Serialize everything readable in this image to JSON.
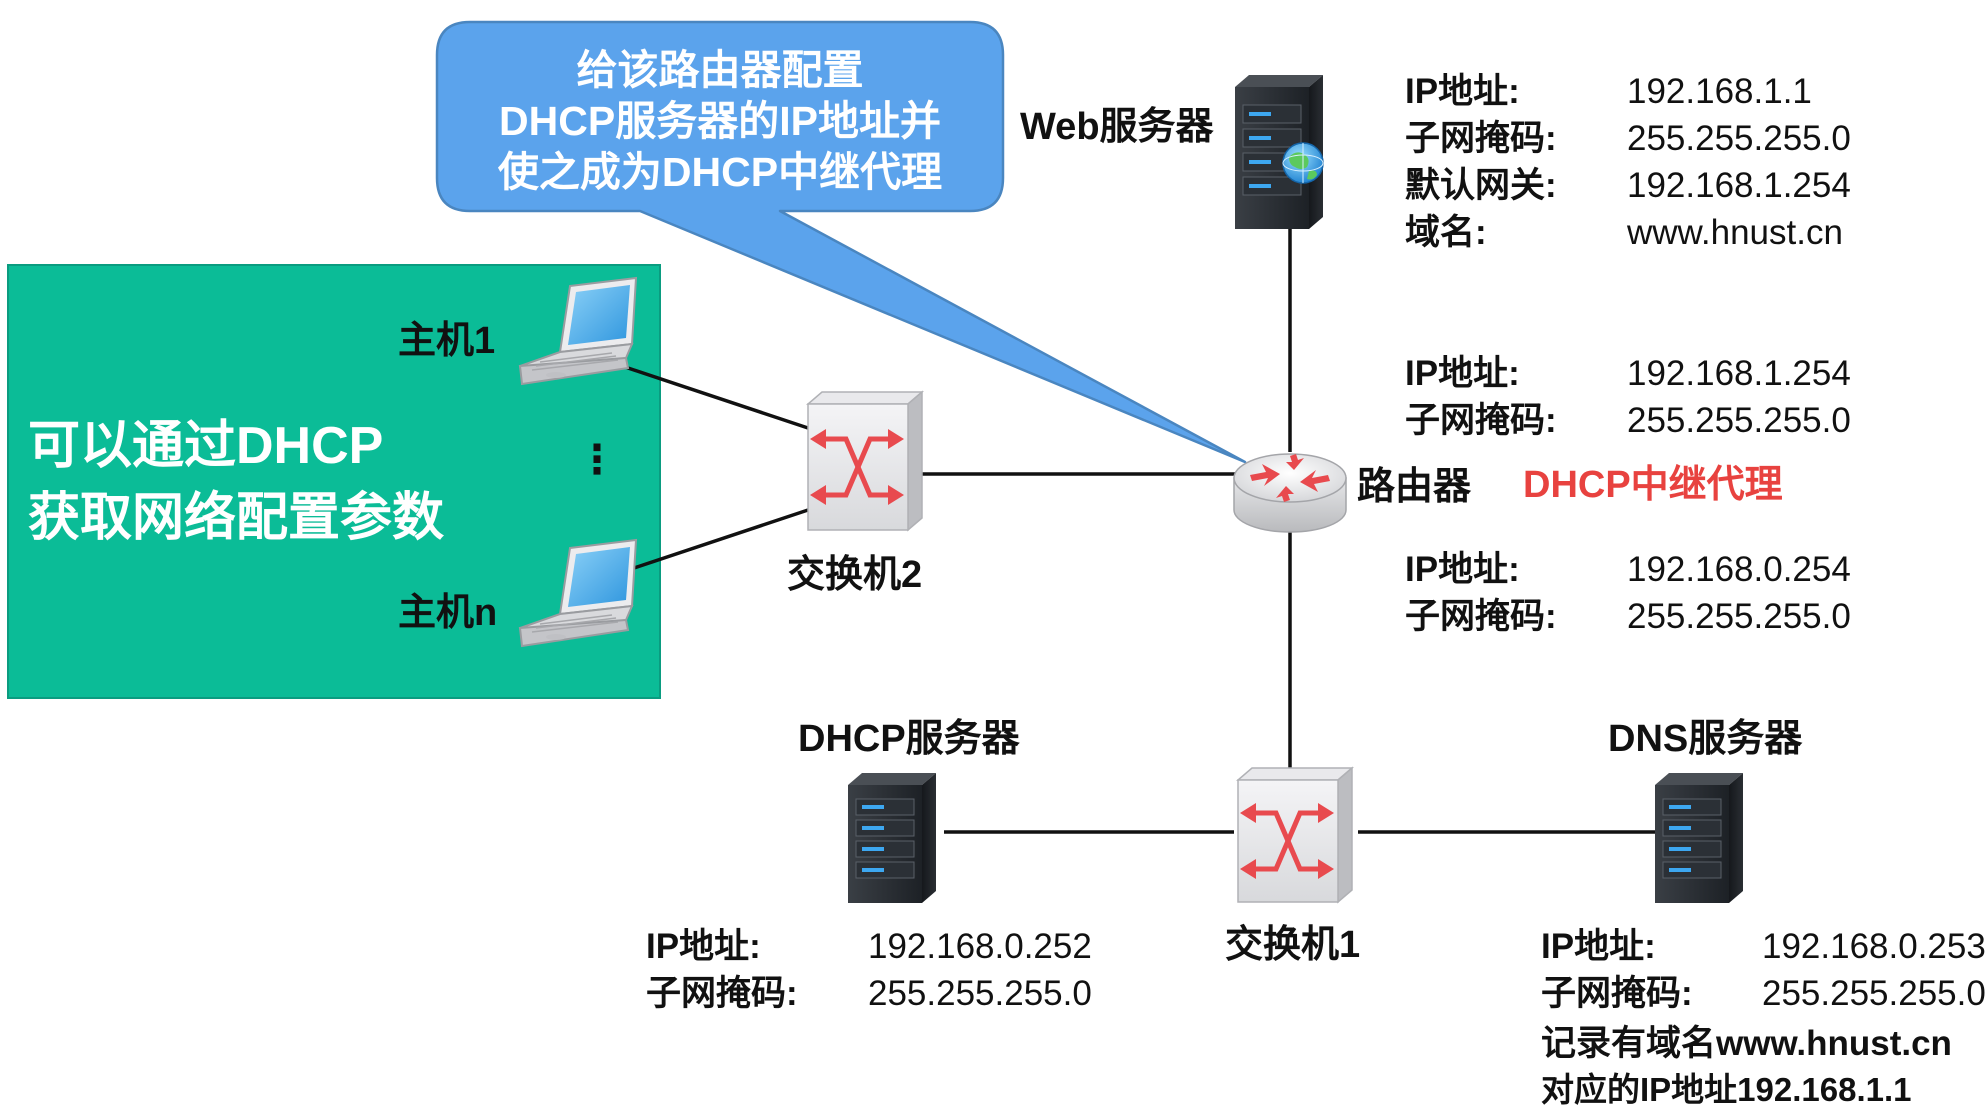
{
  "callout": {
    "lines": [
      "给该路由器配置",
      "DHCP服务器的IP地址并",
      "使之成为DHCP中继代理"
    ]
  },
  "client_area": {
    "lines": [
      "可以通过DHCP",
      "获取网络配置参数"
    ],
    "host1": "主机1",
    "hostn": "主机n",
    "ellipsis": "⋮"
  },
  "switch2": {
    "label": "交换机2"
  },
  "switch1": {
    "label": "交换机1"
  },
  "router": {
    "label": "路由器",
    "relay_label": "DHCP中继代理"
  },
  "web_server": {
    "label": "Web服务器",
    "fields": [
      {
        "key": "IP地址:",
        "value": "192.168.1.1"
      },
      {
        "key": "子网掩码:",
        "value": "255.255.255.0"
      },
      {
        "key": "默认网关:",
        "value": "192.168.1.254"
      },
      {
        "key": "域名:",
        "value": "www.hnust.cn"
      }
    ]
  },
  "router_upper": {
    "fields": [
      {
        "key": "IP地址:",
        "value": "192.168.1.254"
      },
      {
        "key": "子网掩码:",
        "value": "255.255.255.0"
      }
    ]
  },
  "router_lower": {
    "fields": [
      {
        "key": "IP地址:",
        "value": "192.168.0.254"
      },
      {
        "key": "子网掩码:",
        "value": "255.255.255.0"
      }
    ]
  },
  "dhcp_server": {
    "label": "DHCP服务器",
    "fields": [
      {
        "key": "IP地址:",
        "value": "192.168.0.252"
      },
      {
        "key": "子网掩码:",
        "value": "255.255.255.0"
      }
    ]
  },
  "dns_server": {
    "label": "DNS服务器",
    "fields": [
      {
        "key": "IP地址:",
        "value": "192.168.0.253"
      },
      {
        "key": "子网掩码:",
        "value": "255.255.255.0"
      }
    ],
    "note_lines": [
      "记录有域名www.hnust.cn",
      "对应的IP地址192.168.1.1"
    ]
  },
  "colors": {
    "green_area": "#0bbc97",
    "callout_blue": "#5ba3ec",
    "relay_red": "#e8423f"
  }
}
